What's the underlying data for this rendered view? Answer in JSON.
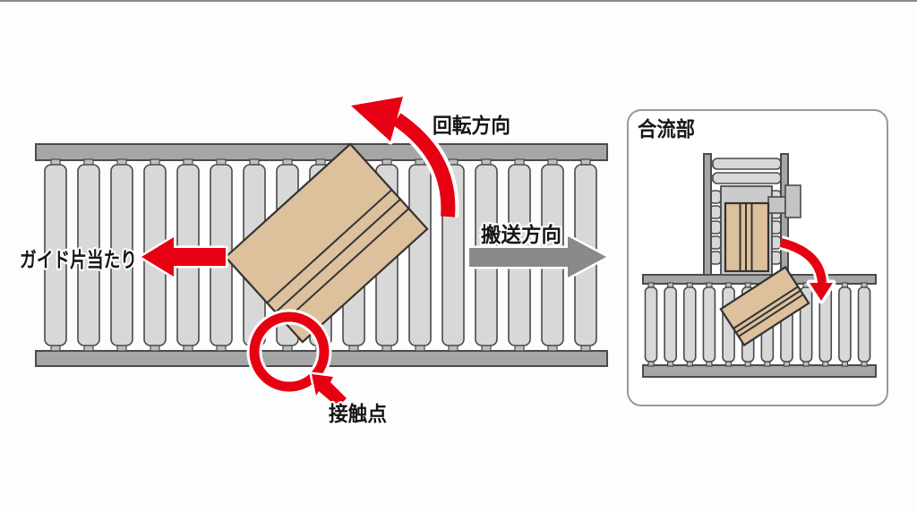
{
  "labels": {
    "rotation_direction": "回転方向",
    "transport_direction": "搬送方向",
    "guide_piece_contact": "ガイド片当たり",
    "contact_point": "接触点",
    "merging_section": "合流部"
  },
  "colors": {
    "accent_red": "#e60012",
    "transport_arrow_gray": "#8a8a8a",
    "box_tan": "#ddc19c",
    "roller_gray": "#d8d8d8",
    "rail_gray": "#a6a6a6",
    "outline_dark": "#4a4a4a",
    "panel_border_gray": "#999999",
    "label_ink": "#151515"
  },
  "diagram": {
    "main_conveyor": {
      "roller_count": 17
    },
    "merge_conveyor": {
      "roller_count": 12
    },
    "feeder_conveyor": {
      "full_roller_count": 2,
      "side_stub_pairs": 5
    }
  }
}
